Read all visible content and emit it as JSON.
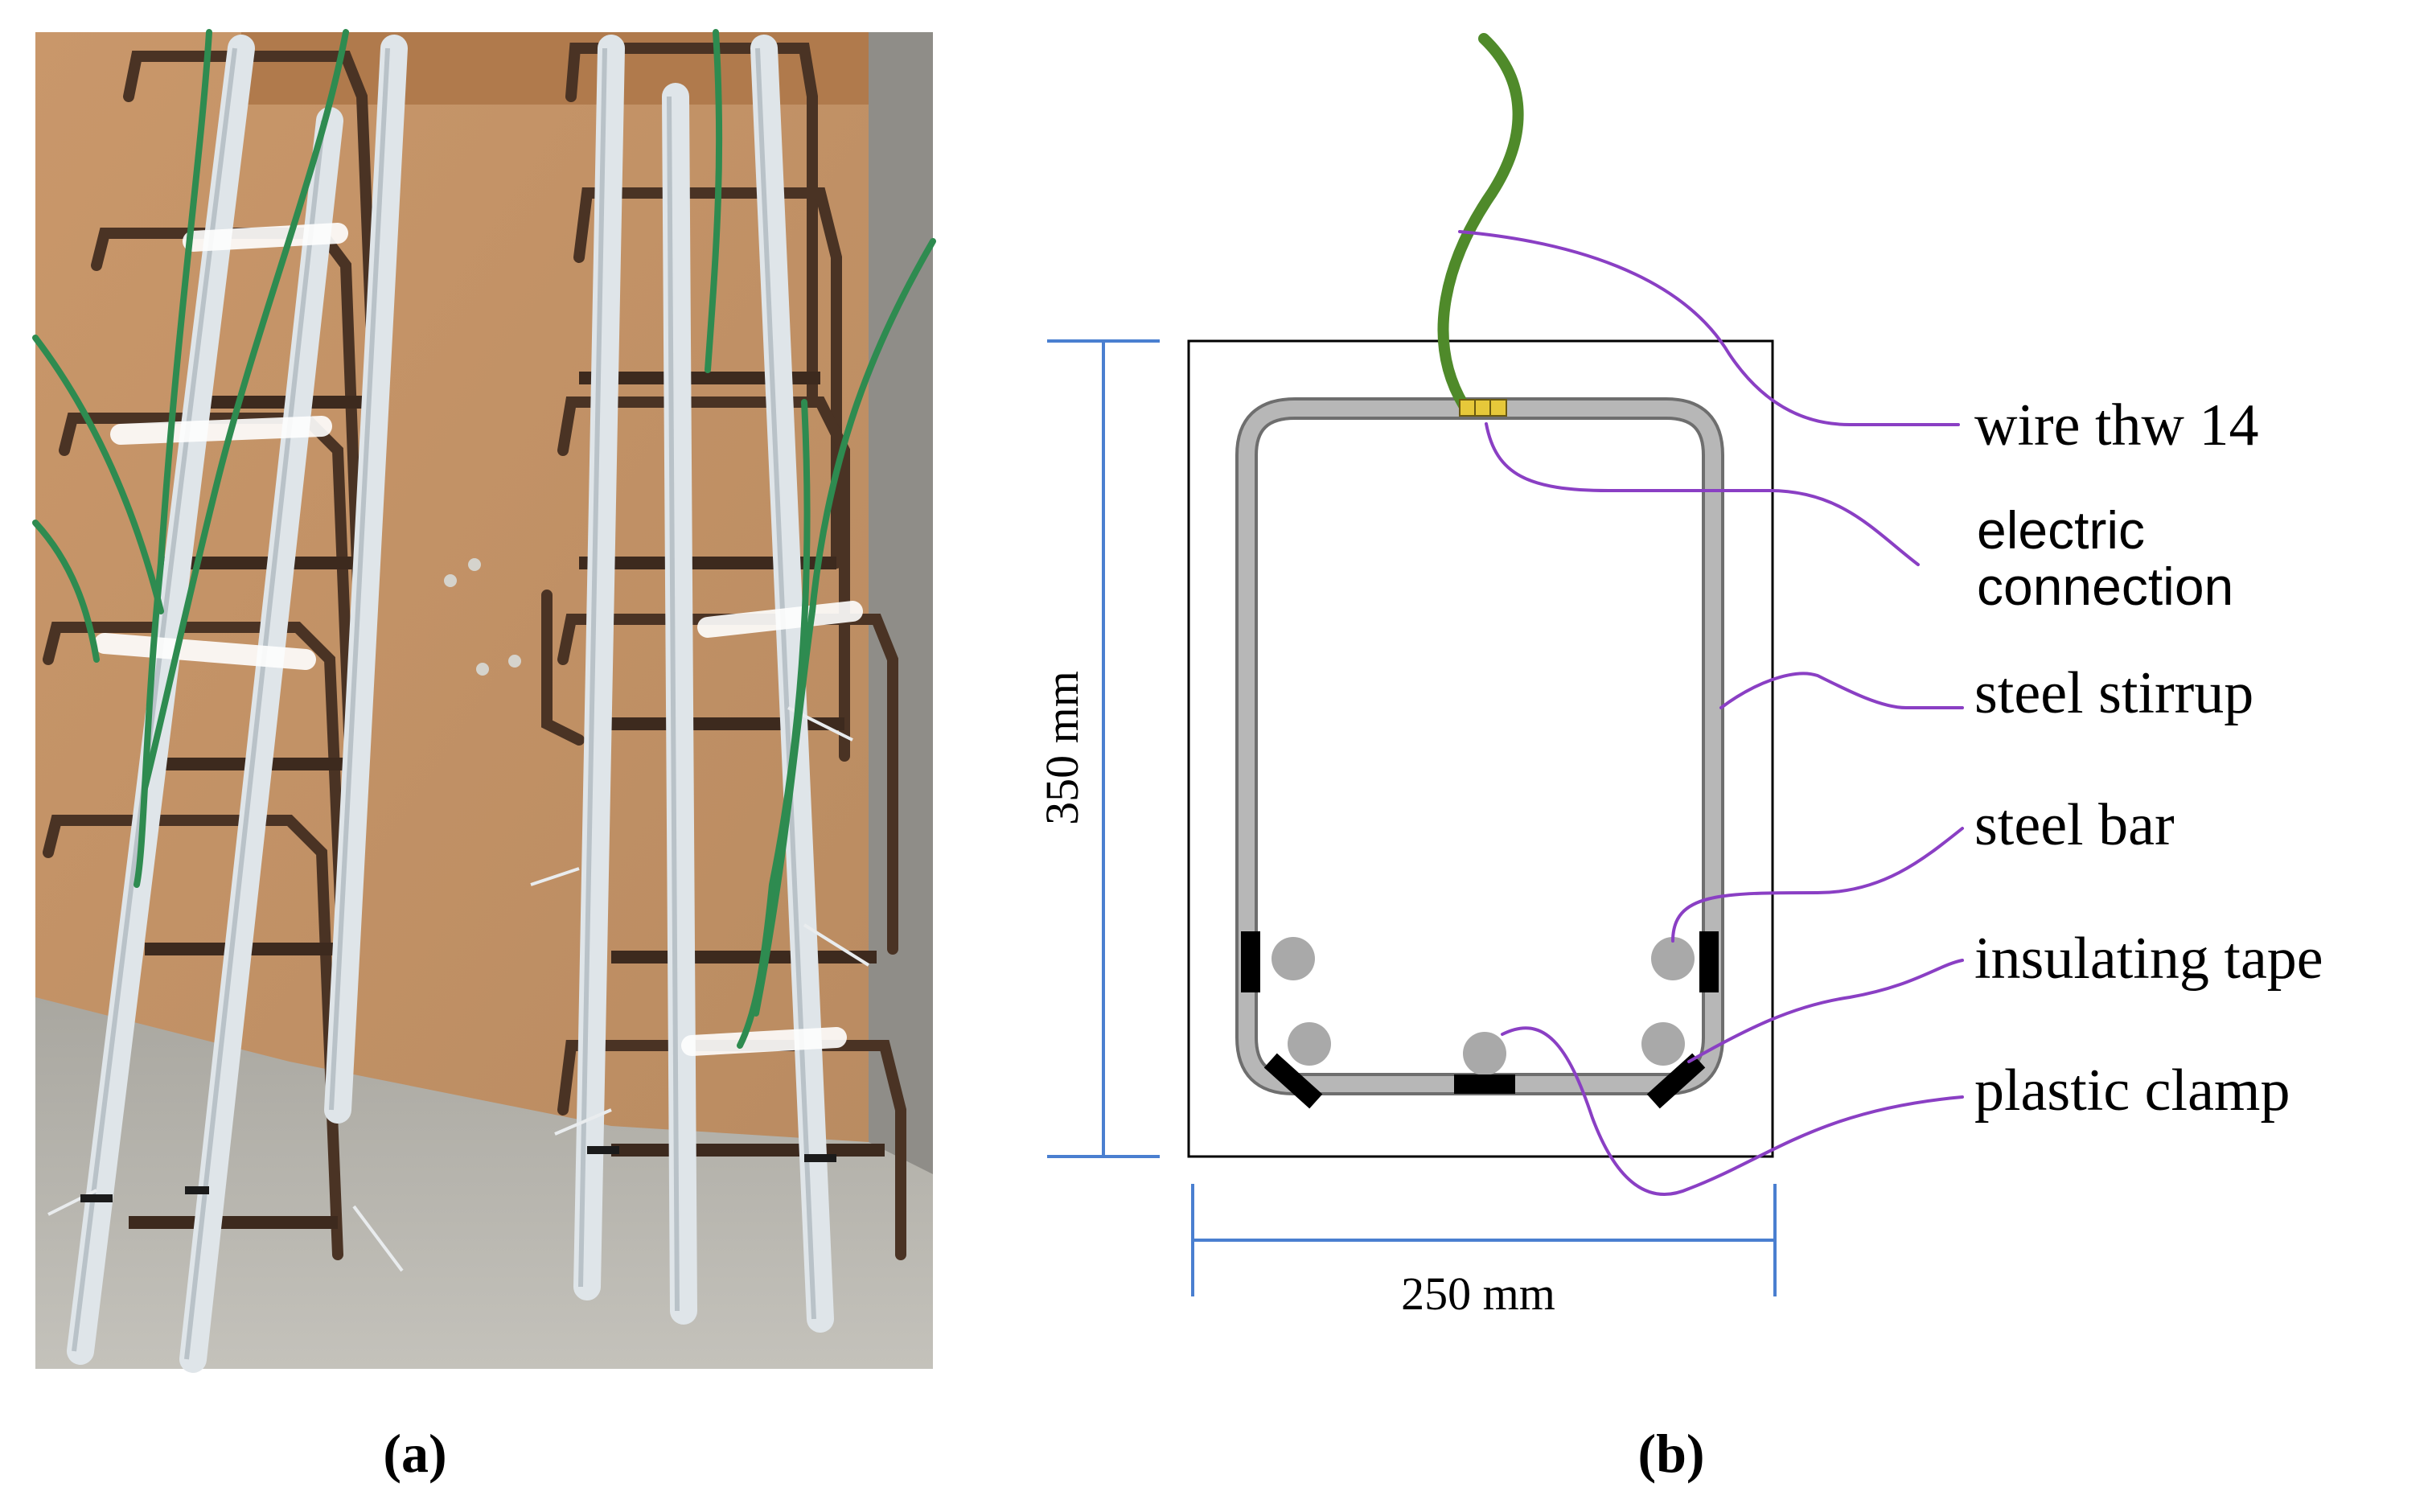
{
  "panel_a": {
    "label": "(a)"
  },
  "panel_b": {
    "label": "(b)",
    "dim_height": "350 mm",
    "dim_width": "250 mm",
    "labels": {
      "wire": "wire thw 14",
      "electric_line1": "electric",
      "electric_line2": "connection",
      "stirrup": "steel stirrup",
      "bar": "steel bar",
      "tape": "insulating tape",
      "clamp": "plastic clamp"
    }
  },
  "colors": {
    "wire": "#4f8a2a",
    "leader": "#8a3fc4",
    "dimension": "#4a7fd0",
    "stirrup_fill": "#b7b7b7",
    "stirrup_edge": "#6e6e6e",
    "bar": "#a9a9a9",
    "tape": "#000000",
    "connector": "#e6c83a"
  }
}
